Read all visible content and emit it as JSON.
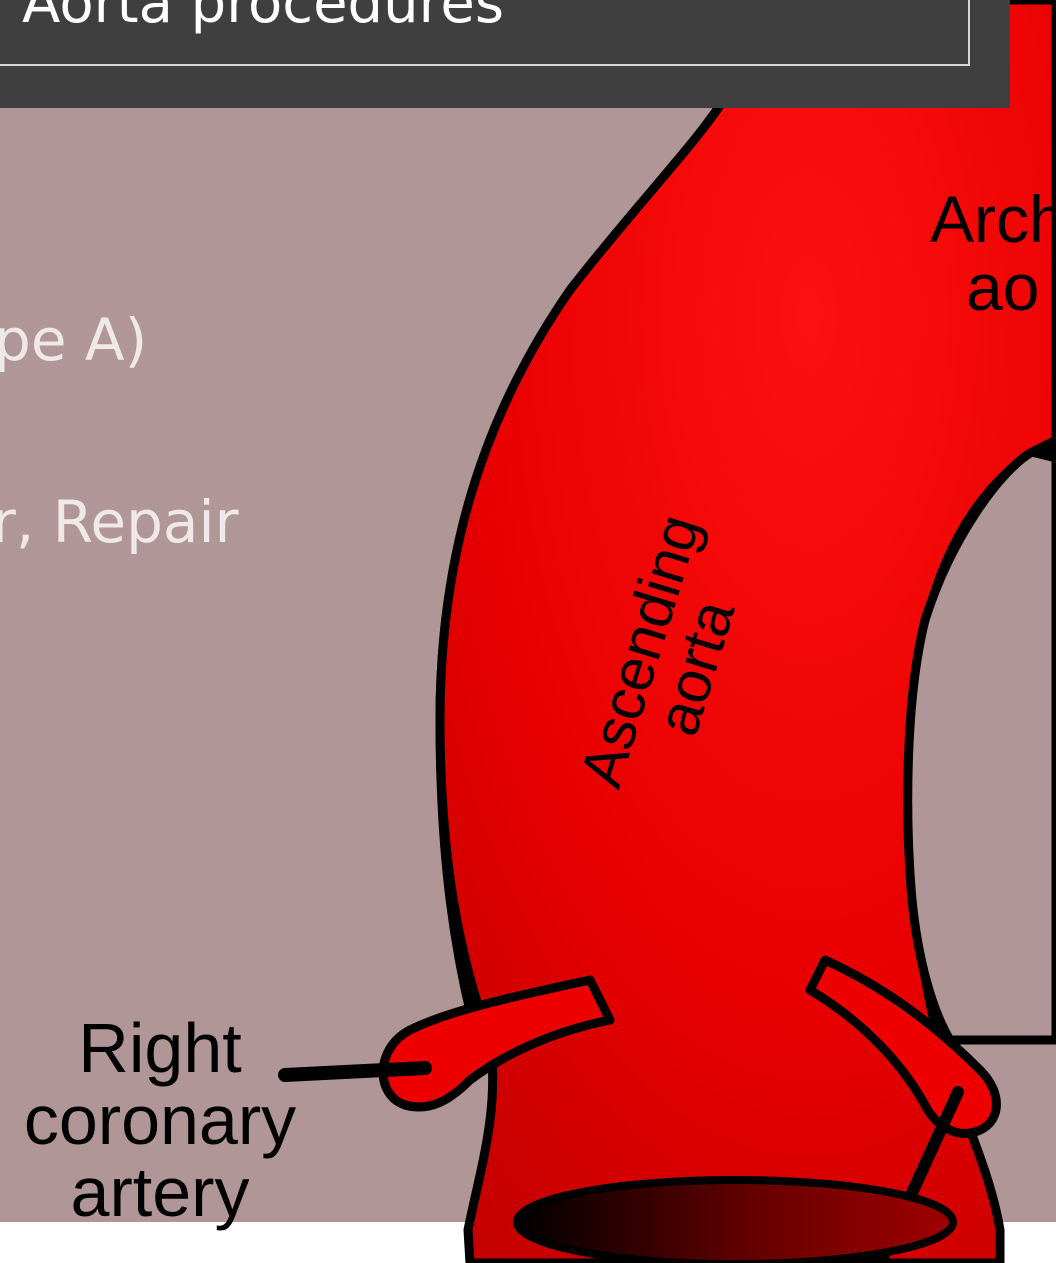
{
  "slide": {
    "title": "Aorta procedures",
    "bullets": [
      "pe A)",
      "r, Repair"
    ]
  },
  "diagram": {
    "labels": {
      "ascending_line1": "Ascending",
      "ascending_line2": "aorta",
      "arch_line1": "Arch",
      "arch_line2": "ao",
      "rca_line1": "Right",
      "rca_line2": "coronary",
      "rca_line3": "artery"
    },
    "colors": {
      "background": "#b09696",
      "vessel_fill": "#e80000",
      "vessel_outline": "#000000",
      "title_bar": "#3f3f3f"
    }
  }
}
